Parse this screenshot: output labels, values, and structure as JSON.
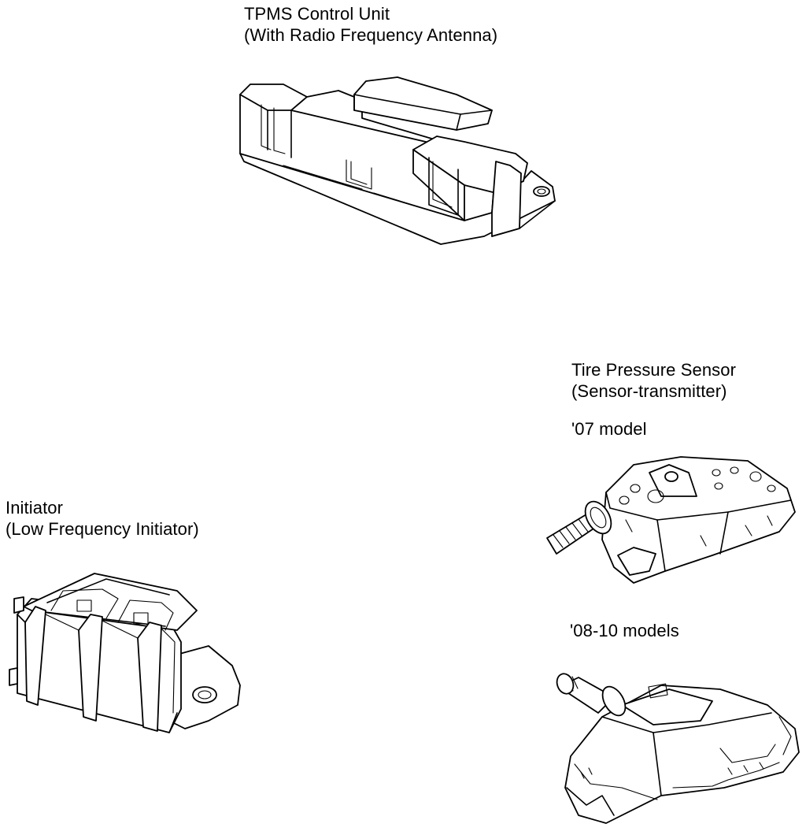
{
  "components": {
    "control_unit": {
      "title": "TPMS Control Unit",
      "subtitle": "(With Radio Frequency Antenna)",
      "icon": "tpms-control-unit-illustration"
    },
    "initiator": {
      "title": "Initiator",
      "subtitle": "(Low Frequency Initiator)",
      "icon": "initiator-illustration"
    },
    "sensor": {
      "title": "Tire Pressure Sensor",
      "subtitle": "(Sensor-transmitter)",
      "variants": [
        {
          "label": "'07 model",
          "icon": "sensor-07-illustration"
        },
        {
          "label": "'08-10 models",
          "icon": "sensor-08-10-illustration"
        }
      ]
    }
  }
}
